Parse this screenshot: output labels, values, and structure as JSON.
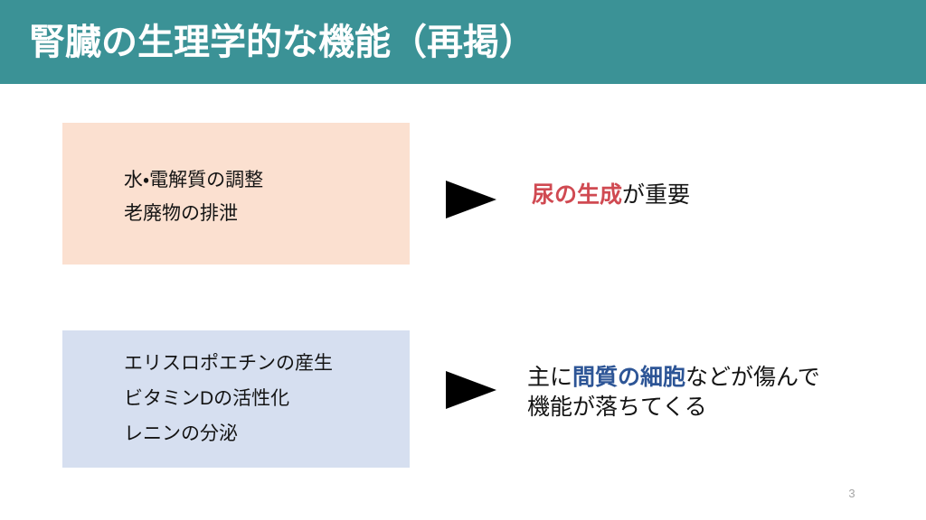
{
  "slide": {
    "title": "腎臓の生理学的な機能（再掲）",
    "page_number": "3",
    "colors": {
      "header_band": "#3b9296",
      "box_peach": "#fbe0d0",
      "box_blue": "#d6dff0",
      "highlight_red": "#d04a52",
      "highlight_blue": "#2d5596",
      "body_text": "#141414",
      "page_number": "#a6a6a6",
      "background": "#ffffff"
    }
  },
  "rows": [
    {
      "box": {
        "fill": "#fbe0d0",
        "lines": [
          "水・電解質の調整",
          "老廃物の排泄"
        ]
      },
      "arrow": "right-triangle-icon",
      "conclusion": {
        "lines": [
          [
            {
              "text": "尿の生成",
              "style": "highlight-red"
            },
            {
              "text": "が重要",
              "style": "plain"
            }
          ]
        ]
      }
    },
    {
      "box": {
        "fill": "#d6dff0",
        "lines": [
          "エリスロポエチンの産生",
          "ビタミンDの活性化",
          "レニンの分泌"
        ]
      },
      "arrow": "right-triangle-icon",
      "conclusion": {
        "lines": [
          [
            {
              "text": "主に",
              "style": "plain"
            },
            {
              "text": "間質の細胞",
              "style": "highlight-blue"
            },
            {
              "text": "などが傷んで",
              "style": "plain"
            }
          ],
          [
            {
              "text": "機能が落ちてくる",
              "style": "plain"
            }
          ]
        ]
      }
    }
  ]
}
